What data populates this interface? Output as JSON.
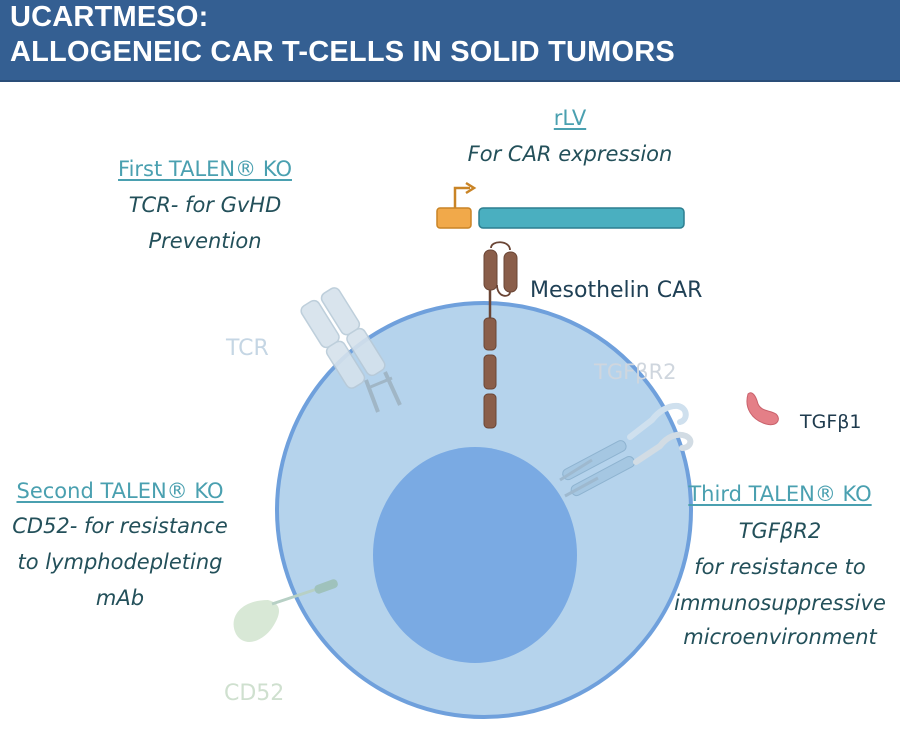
{
  "header": {
    "line1": "UCARTMESO:",
    "line2": "ALLOGENEIC CAR T-CELLS IN SOLID TUMORS"
  },
  "rlv": {
    "title": "rLV",
    "desc": "For CAR expression"
  },
  "first_ko": {
    "title": "First TALEN® KO",
    "desc1": "TCR- for GvHD",
    "desc2": "Prevention"
  },
  "second_ko": {
    "title": "Second TALEN® KO",
    "desc1": "CD52- for resistance",
    "desc2": "to lymphodepleting",
    "desc3": "mAb"
  },
  "third_ko": {
    "title": "Third TALEN® KO",
    "desc1": "TGFβR2",
    "desc2": "for resistance to",
    "desc3": "immunosuppressive",
    "desc4": "microenvironment"
  },
  "labels": {
    "car": "Mesothelin CAR",
    "tcr": "TCR",
    "tgfbr2": "TGFβR2",
    "tgfb1": "TGFβ1",
    "cd52": "CD52"
  },
  "colors": {
    "header_bg": "#345f92",
    "cell_fill": "#b5d3ec",
    "cell_border": "#6fa0dc",
    "nucleus": "#7aaae3",
    "car": "#8a5e4a",
    "vector": "#4aafc0",
    "promoter": "#f1a94a"
  }
}
